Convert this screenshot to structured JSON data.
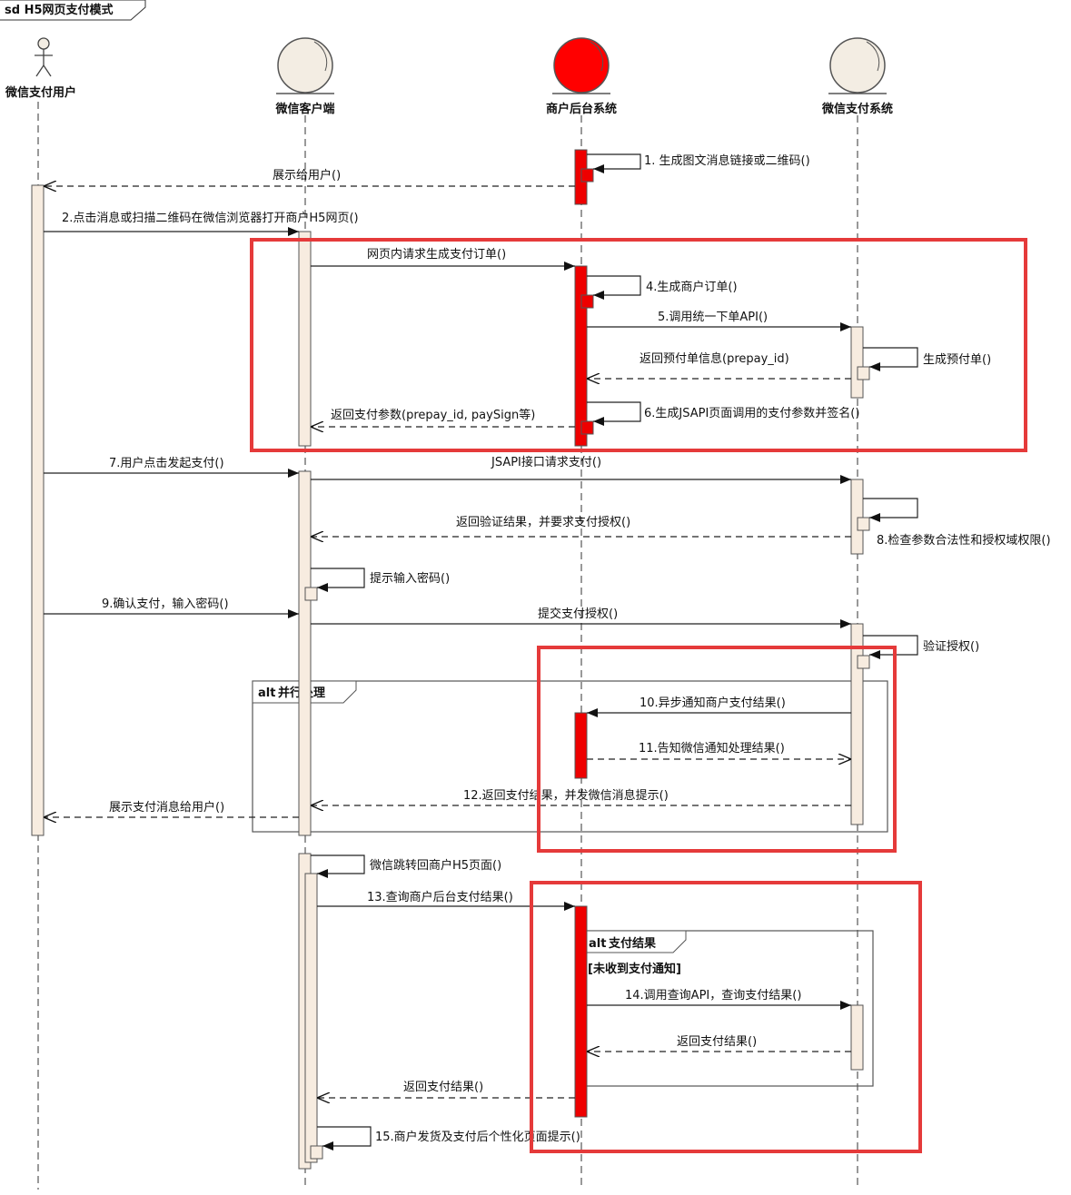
{
  "frame_title": "sd H5网页支付模式",
  "lifelines": [
    {
      "id": "user",
      "name": "微信支付用户",
      "kind": "actor"
    },
    {
      "id": "client",
      "name": "微信客户端",
      "kind": "entity"
    },
    {
      "id": "merchant",
      "name": "商户后台系统",
      "kind": "entity"
    },
    {
      "id": "wxpay",
      "name": "微信支付系统",
      "kind": "entity"
    }
  ],
  "colors": {
    "activation": "#f7ece0",
    "merchant_head": "#ff0000",
    "merchant_activation": "#ee0000",
    "entity_head": "#f3ede3",
    "highlight": "#e53a3a",
    "line": "#333333"
  },
  "messages": [
    "1. 生成图文消息链接或二维码()",
    "展示给用户()",
    "2.点击消息或扫描二维码在微信浏览器打开商户H5网页()",
    "网页内请求生成支付订单()",
    "4.生成商户订单()",
    "5.调用统一下单API()",
    "返回预付单信息(prepay_id)",
    "生成预付单()",
    "6.生成JSAPI页面调用的支付参数并签名()",
    "返回支付参数(prepay_id, paySign等)",
    "7.用户点击发起支付()",
    "JSAPI接口请求支付()",
    "返回验证结果，并要求支付授权()",
    "8.检查参数合法性和授权域权限()",
    "提示输入密码()",
    "9.确认支付，输入密码()",
    "提交支付授权()",
    "验证授权()",
    "10.异步通知商户支付结果()",
    "11.告知微信通知处理结果()",
    "12.返回支付结果，并发微信消息提示()",
    "展示支付消息给用户()",
    "微信跳转回商户H5页面()",
    "13.查询商户后台支付结果()",
    "14.调用查询API，查询支付结果()",
    "返回支付结果()",
    "返回支付结果()",
    "15.商户发货及支付后个性化页面提示()"
  ],
  "fragments": [
    {
      "operator": "alt",
      "title": "并行处理"
    },
    {
      "operator": "alt",
      "title": "支付结果",
      "guard": "[未收到支付通知]"
    }
  ]
}
